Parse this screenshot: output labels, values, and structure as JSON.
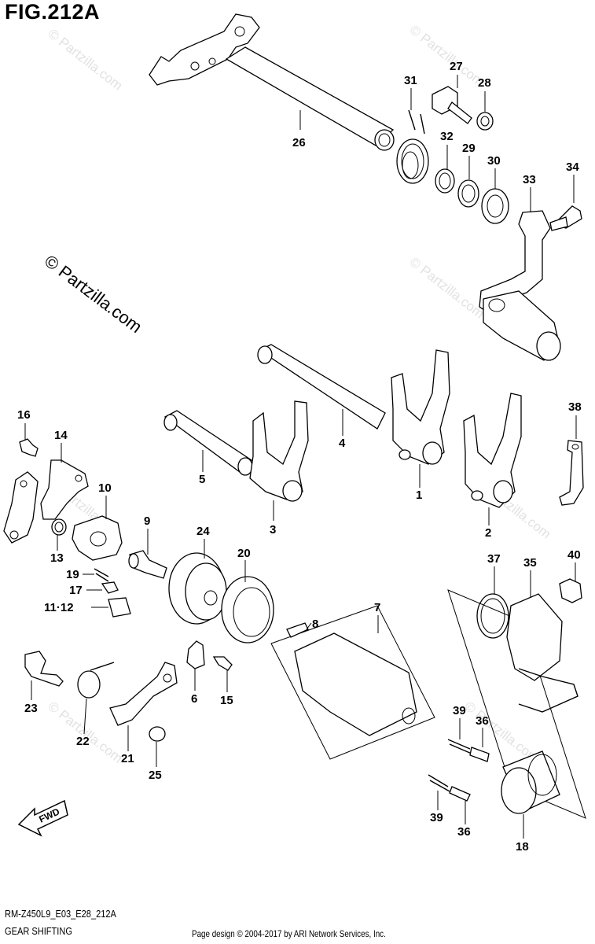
{
  "figure": {
    "title": "FIG.212A",
    "code": "RM-Z450L9_E03_E28_212A",
    "name": "GEAR SHIFTING",
    "copyright": "Page design © 2004-2017 by ARI Network Services, Inc.",
    "watermark": "© Partzilla.com",
    "fwd_label": "FWD"
  },
  "callouts": [
    {
      "id": "26",
      "label": "26"
    },
    {
      "id": "27",
      "label": "27"
    },
    {
      "id": "28",
      "label": "28"
    },
    {
      "id": "31",
      "label": "31"
    },
    {
      "id": "32",
      "label": "32"
    },
    {
      "id": "29",
      "label": "29"
    },
    {
      "id": "30",
      "label": "30"
    },
    {
      "id": "33",
      "label": "33"
    },
    {
      "id": "34",
      "label": "34"
    },
    {
      "id": "16",
      "label": "16"
    },
    {
      "id": "14",
      "label": "14"
    },
    {
      "id": "4",
      "label": "4"
    },
    {
      "id": "38",
      "label": "38"
    },
    {
      "id": "5",
      "label": "5"
    },
    {
      "id": "10",
      "label": "10"
    },
    {
      "id": "1",
      "label": "1"
    },
    {
      "id": "9",
      "label": "9"
    },
    {
      "id": "3",
      "label": "3"
    },
    {
      "id": "24",
      "label": "24"
    },
    {
      "id": "2",
      "label": "2"
    },
    {
      "id": "13",
      "label": "13"
    },
    {
      "id": "20",
      "label": "20"
    },
    {
      "id": "37",
      "label": "37"
    },
    {
      "id": "35",
      "label": "35"
    },
    {
      "id": "40",
      "label": "40"
    },
    {
      "id": "19",
      "label": "19"
    },
    {
      "id": "17",
      "label": "17"
    },
    {
      "id": "7",
      "label": "7"
    },
    {
      "id": "11_12",
      "label": "11·12"
    },
    {
      "id": "8",
      "label": "8"
    },
    {
      "id": "6",
      "label": "6"
    },
    {
      "id": "15",
      "label": "15"
    },
    {
      "id": "23",
      "label": "23"
    },
    {
      "id": "39a",
      "label": "39"
    },
    {
      "id": "36a",
      "label": "36"
    },
    {
      "id": "22",
      "label": "22"
    },
    {
      "id": "21",
      "label": "21"
    },
    {
      "id": "25",
      "label": "25"
    },
    {
      "id": "39b",
      "label": "39"
    },
    {
      "id": "36b",
      "label": "36"
    },
    {
      "id": "18",
      "label": "18"
    }
  ]
}
